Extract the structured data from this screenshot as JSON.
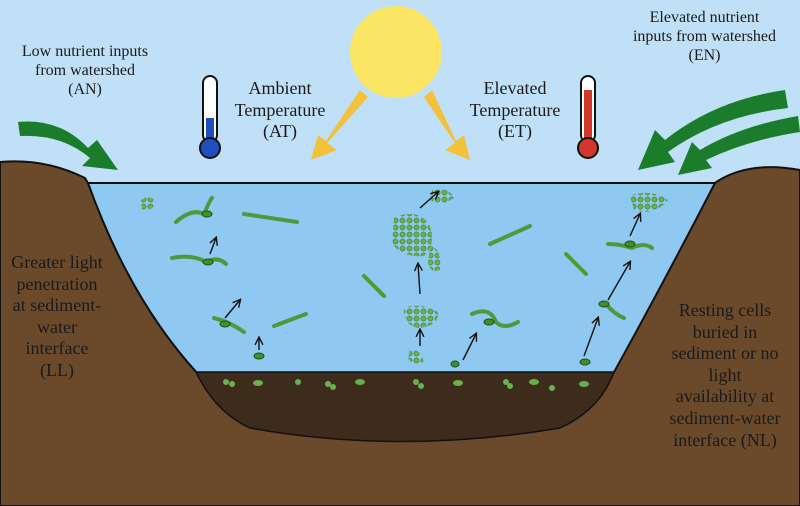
{
  "labels": {
    "an": [
      "Low nutrient inputs",
      "from watershed",
      "(AN)"
    ],
    "at": [
      "Ambient",
      "Temperature",
      "(AT)"
    ],
    "et": [
      "Elevated",
      "Temperature",
      "(ET)"
    ],
    "en": [
      "Elevated nutrient",
      "inputs from watershed",
      "(EN)"
    ],
    "ll": [
      "Greater light",
      "penetration",
      "at sediment-",
      "water",
      "interface",
      "(LL)"
    ],
    "nl": [
      "Resting cells",
      "buried in",
      "sediment or no",
      "light",
      "availability at",
      "sediment-water",
      "interface (NL)"
    ]
  },
  "colors": {
    "sky": "#bfe0f6",
    "water": "#8fc8f0",
    "soil": "#6b4a2b",
    "sediment": "#3d2b1c",
    "sun": "#fbe564",
    "sun_arrow": "#f3c13a",
    "green_arrow": "#1b7d2c",
    "cold": "#1f4fbf",
    "hot": "#d0392b",
    "algae": "#6ab04c"
  },
  "icons": [
    "sun-icon",
    "cold-thermometer-icon",
    "hot-thermometer-icon",
    "nutrient-arrow-icon",
    "light-arrow-icon",
    "cyanobacteria-colony-icon",
    "filament-icon",
    "akinete-icon"
  ]
}
